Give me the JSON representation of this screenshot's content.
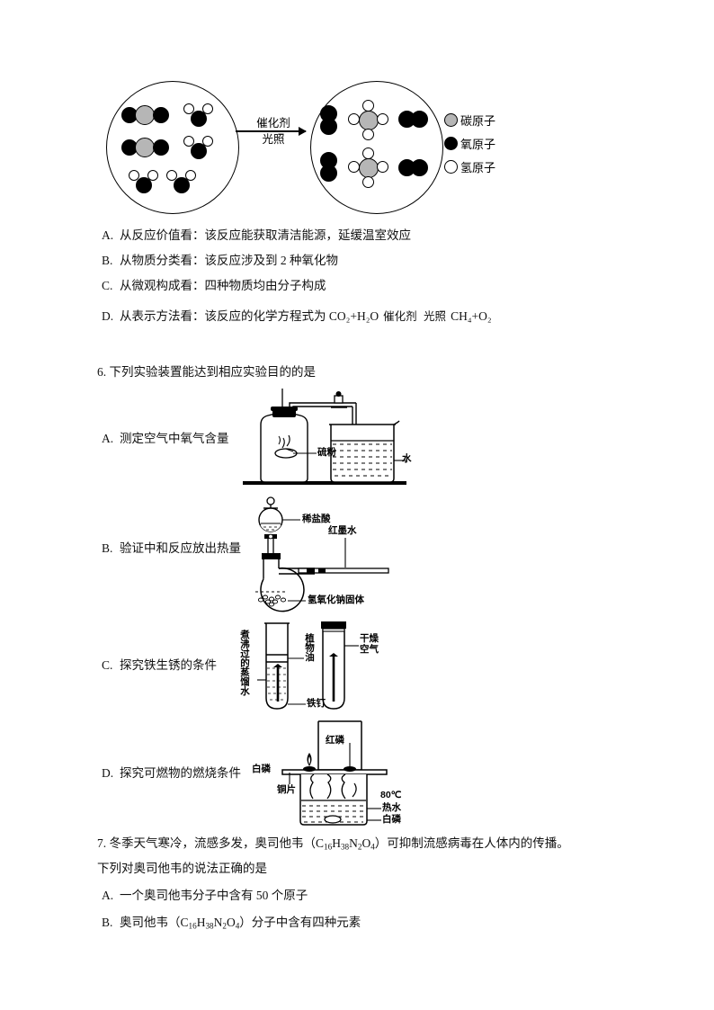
{
  "question5": {
    "diagram": {
      "arrow_condition_top": "催化剂",
      "arrow_condition_bottom": "光照",
      "legend": [
        {
          "name": "carbon-atom",
          "label": "碳原子",
          "color": "#b6b6b6"
        },
        {
          "name": "oxygen-atom",
          "label": "氧原子",
          "color": "#000000"
        },
        {
          "name": "hydrogen-atom",
          "label": "氢原子",
          "color": "#ffffff"
        }
      ],
      "reactants": [
        {
          "formula": "CO2",
          "count": 2
        },
        {
          "formula": "H2O",
          "count": 4
        }
      ],
      "products": [
        {
          "formula": "CH4",
          "count": 2
        },
        {
          "formula": "O2",
          "count": 4
        }
      ]
    },
    "options": [
      {
        "letter": "A.",
        "text": "从反应价值看：该反应能获取清洁能源，延缓温室效应"
      },
      {
        "letter": "B.",
        "text": "从物质分类看：该反应涉及到 2 种氧化物"
      },
      {
        "letter": "C.",
        "text": "从微观构成看：四种物质均由分子构成"
      },
      {
        "letter": "D.",
        "prefix": "从表示方法看：该反应的化学方程式为 ",
        "eq_left": "CO₂+H₂O",
        "eq_top": "催化剂",
        "eq_bottom": "光照",
        "eq_right": "CH₄+O₂"
      }
    ]
  },
  "question6": {
    "stem": "6. 下列实验装置能达到相应实验目的的是",
    "options": [
      {
        "letter": "A.",
        "text": "测定空气中氧气含量",
        "figure_labels": [
          "硫粉",
          "水"
        ]
      },
      {
        "letter": "B.",
        "text": "验证中和反应放出热量",
        "figure_labels": [
          "稀盐酸",
          "红墨水",
          "氢氧化钠固体"
        ]
      },
      {
        "letter": "C.",
        "text": "探究铁生锈的条件",
        "figure_labels": [
          "煮沸过的蒸馏水",
          "植物油",
          "干燥空气",
          "铁钉"
        ]
      },
      {
        "letter": "D.",
        "text": "探究可燃物的燃烧条件",
        "figure_labels": [
          "白磷",
          "红磷",
          "铜片",
          "80℃",
          "热水",
          "白磷"
        ]
      }
    ]
  },
  "question7": {
    "stem_line1_a": "7. 冬季天气寒冷，流感多发，奥司他韦（C",
    "stem_line1_sub1": "16",
    "stem_line1_b": "H",
    "stem_line1_sub2": "38",
    "stem_line1_c": "N",
    "stem_line1_sub3": "2",
    "stem_line1_d": "O",
    "stem_line1_sub4": "4",
    "stem_line1_e": "）可抑制流感病毒在人体内的传播。",
    "stem_line2": "下列对奥司他韦的说法正确的是",
    "options": [
      {
        "letter": "A.",
        "text": "一个奥司他韦分子中含有 50 个原子"
      },
      {
        "letter": "B.",
        "prefix": "奥司他韦（C",
        "s1": "16",
        "m1": "H",
        "s2": "38",
        "m2": "N",
        "s3": "2",
        "m3": "O",
        "s4": "4",
        "suffix": "）分子中含有四种元素"
      }
    ]
  }
}
